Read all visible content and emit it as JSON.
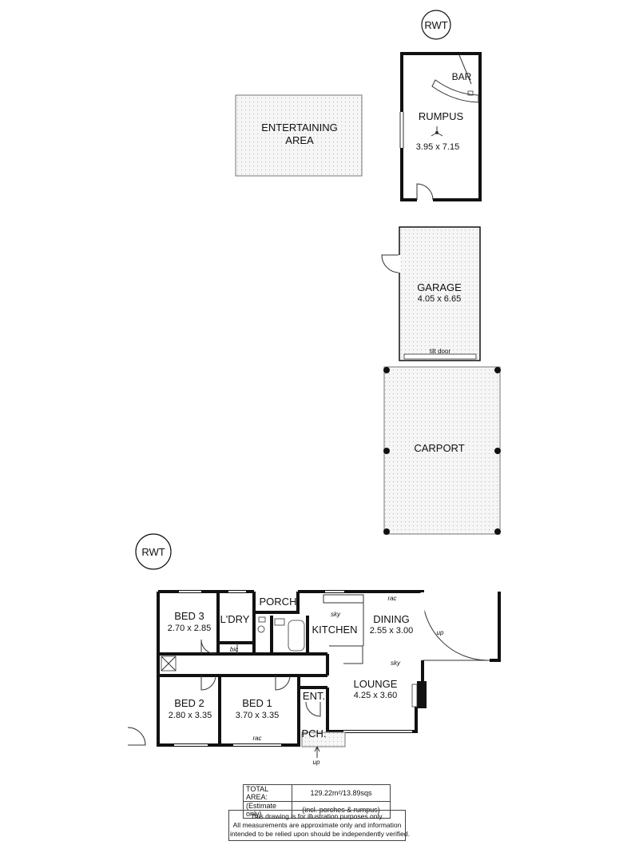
{
  "rwt_top": "RWT",
  "rwt_bottom": "RWT",
  "outbuildings": {
    "entertaining_line1": "ENTERTAINING",
    "entertaining_line2": "AREA",
    "rumpus_name": "RUMPUS",
    "rumpus_dims": "3.95 x 7.15",
    "bar": "BAR",
    "garage_name": "GARAGE",
    "garage_dims": "4.05 x 6.65",
    "tilt_door": "tilt door",
    "carport": "CARPORT"
  },
  "house": {
    "bed3_name": "BED 3",
    "bed3_dims": "2.70 x 2.85",
    "laundry": "L'DRY",
    "porch": "PORCH",
    "kitchen": "KITCHEN",
    "dining_name": "DINING",
    "dining_dims": "2.55 x 3.00",
    "lounge_name": "LOUNGE",
    "lounge_dims": "4.25 x 3.60",
    "bed2_name": "BED 2",
    "bed2_dims": "2.80 x 3.35",
    "bed1_name": "BED 1",
    "bed1_dims": "3.70 x 3.35",
    "entry": "ENT.",
    "pch": "PCH.",
    "bic": "bic",
    "rac_dining": "rac",
    "rac_bed1": "rac",
    "sky_kitchen": "sky",
    "sky_lounge": "sky",
    "up_dining": "up",
    "up_pch": "up"
  },
  "area_table": {
    "row1_label": "TOTAL AREA:",
    "row1_value": "129.22m²/13.89sqs",
    "row2_label": "(Estimate only)",
    "row2_value": "(incl. porches & rumpus)"
  },
  "disclaimer": {
    "line1": "This drawing is for illustration purposes only.",
    "line2": "All measurements are approximate only and information",
    "line3": "intended to be relied upon should be independently verified."
  }
}
